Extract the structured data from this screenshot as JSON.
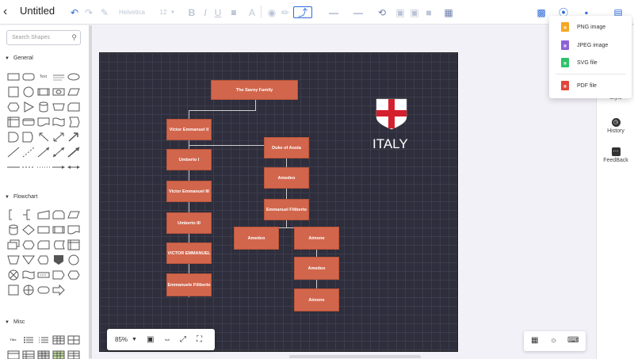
{
  "app": {
    "title": "Untitled"
  },
  "toolbar": {
    "font_name": "Helvetica",
    "font_size": "12"
  },
  "sidebar": {
    "search_placeholder": "Search Shapes",
    "sections": [
      {
        "label": "General"
      },
      {
        "label": "Flowchart"
      },
      {
        "label": "Misc"
      }
    ],
    "text_shape": "Text",
    "title_shape": "Title"
  },
  "export_menu": {
    "items": [
      {
        "label": "PNG image",
        "icon": "png-file-icon",
        "color": "#f5a623"
      },
      {
        "label": "JPEG image",
        "icon": "jpeg-file-icon",
        "color": "#8e63d8"
      },
      {
        "label": "SVG file",
        "icon": "svg-file-icon",
        "color": "#2ec26a"
      },
      {
        "label": "PDF file",
        "icon": "pdf-file-icon",
        "color": "#e0463a"
      }
    ]
  },
  "right_panel": {
    "items": [
      {
        "label": "Style",
        "icon": "style-icon"
      },
      {
        "label": "History",
        "icon": "history-icon"
      },
      {
        "label": "FeedBack",
        "icon": "feedback-icon"
      }
    ]
  },
  "zoom": {
    "value": "85%"
  },
  "diagram": {
    "title_node": "The Savoy Family",
    "country_label": "ITALY",
    "nodes": [
      "Victor Emmanuel II",
      "Umberto I",
      "Victor Emmanuel III",
      "Umberto III",
      "VICTOR EMMANUEL",
      "Emmanuele Filiberto",
      "Duke of Aosta",
      "Amedeo",
      "Emmanuel Filiberto",
      "Amedeo",
      "Aimone",
      "Amedeo",
      "Aimone"
    ]
  },
  "colors": {
    "node": "#d2664c",
    "canvas": "#2e2e3c",
    "accent": "#2f6cd8"
  }
}
